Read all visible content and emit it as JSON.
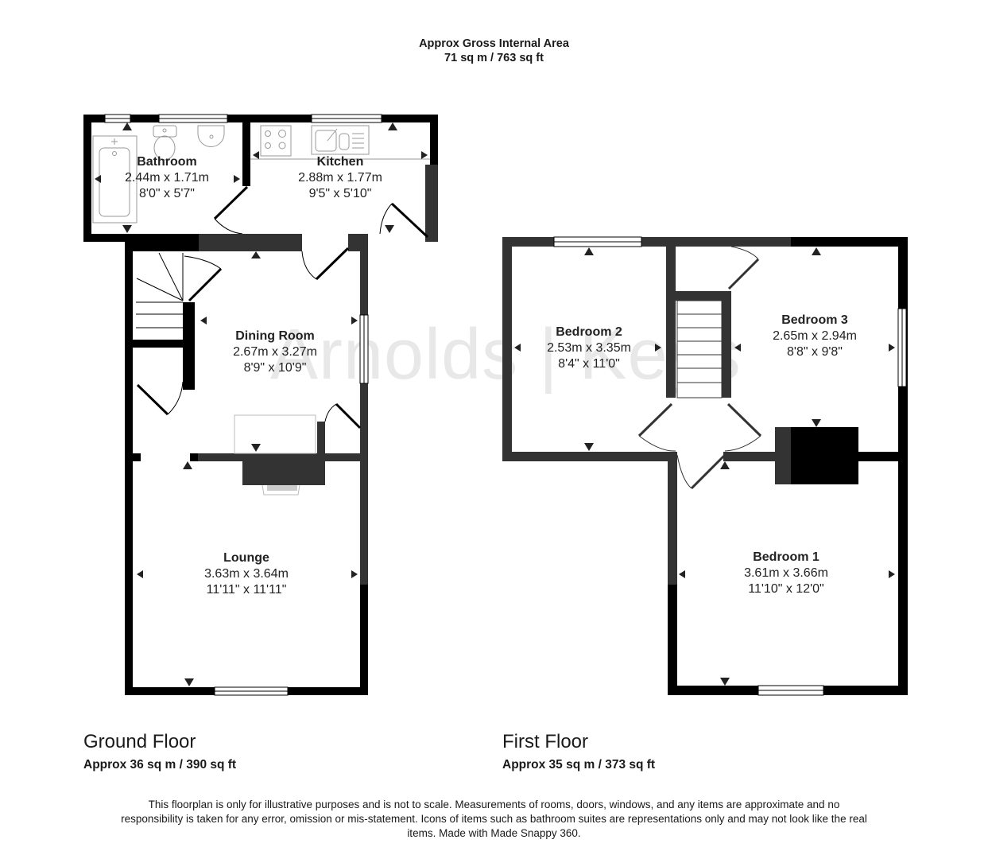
{
  "header": {
    "line1": "Approx Gross Internal Area",
    "line2": "71 sq m / 763 sq ft"
  },
  "watermark": "Arnolds | Keys",
  "ground_floor": {
    "title": "Ground Floor",
    "area": "Approx 36 sq m / 390 sq ft",
    "rooms": [
      {
        "name": "Bathroom",
        "metric": "2.44m x 1.71m",
        "imperial": "8'0\" x 5'7\""
      },
      {
        "name": "Kitchen",
        "metric": "2.88m x 1.77m",
        "imperial": "9'5\" x 5'10\""
      },
      {
        "name": "Dining Room",
        "metric": "2.67m x 3.27m",
        "imperial": "8'9\" x 10'9\""
      },
      {
        "name": "Lounge",
        "metric": "3.63m x 3.64m",
        "imperial": "11'11\" x 11'11\""
      }
    ]
  },
  "first_floor": {
    "title": "First Floor",
    "area": "Approx 35 sq m / 373 sq ft",
    "rooms": [
      {
        "name": "Bedroom 2",
        "metric": "2.53m x 3.35m",
        "imperial": "8'4\" x 11'0\""
      },
      {
        "name": "Bedroom 3",
        "metric": "2.65m x 2.94m",
        "imperial": "8'8\" x 9'8\""
      },
      {
        "name": "Bedroom 1",
        "metric": "3.61m x 3.66m",
        "imperial": "11'10\" x 12'0\""
      }
    ]
  },
  "disclaimer": "This floorplan is only for illustrative purposes and is not to scale. Measurements of rooms, doors, windows, and any items are approximate and no responsibility is taken for any error, omission or mis-statement. Icons of items such as bathroom suites are representations only and may not look like the real items. Made with Made Snappy 360.",
  "colors": {
    "wall_outer": "#000000",
    "wall_inner": "#333333",
    "fixture_line": "#888888",
    "text": "#222222"
  }
}
